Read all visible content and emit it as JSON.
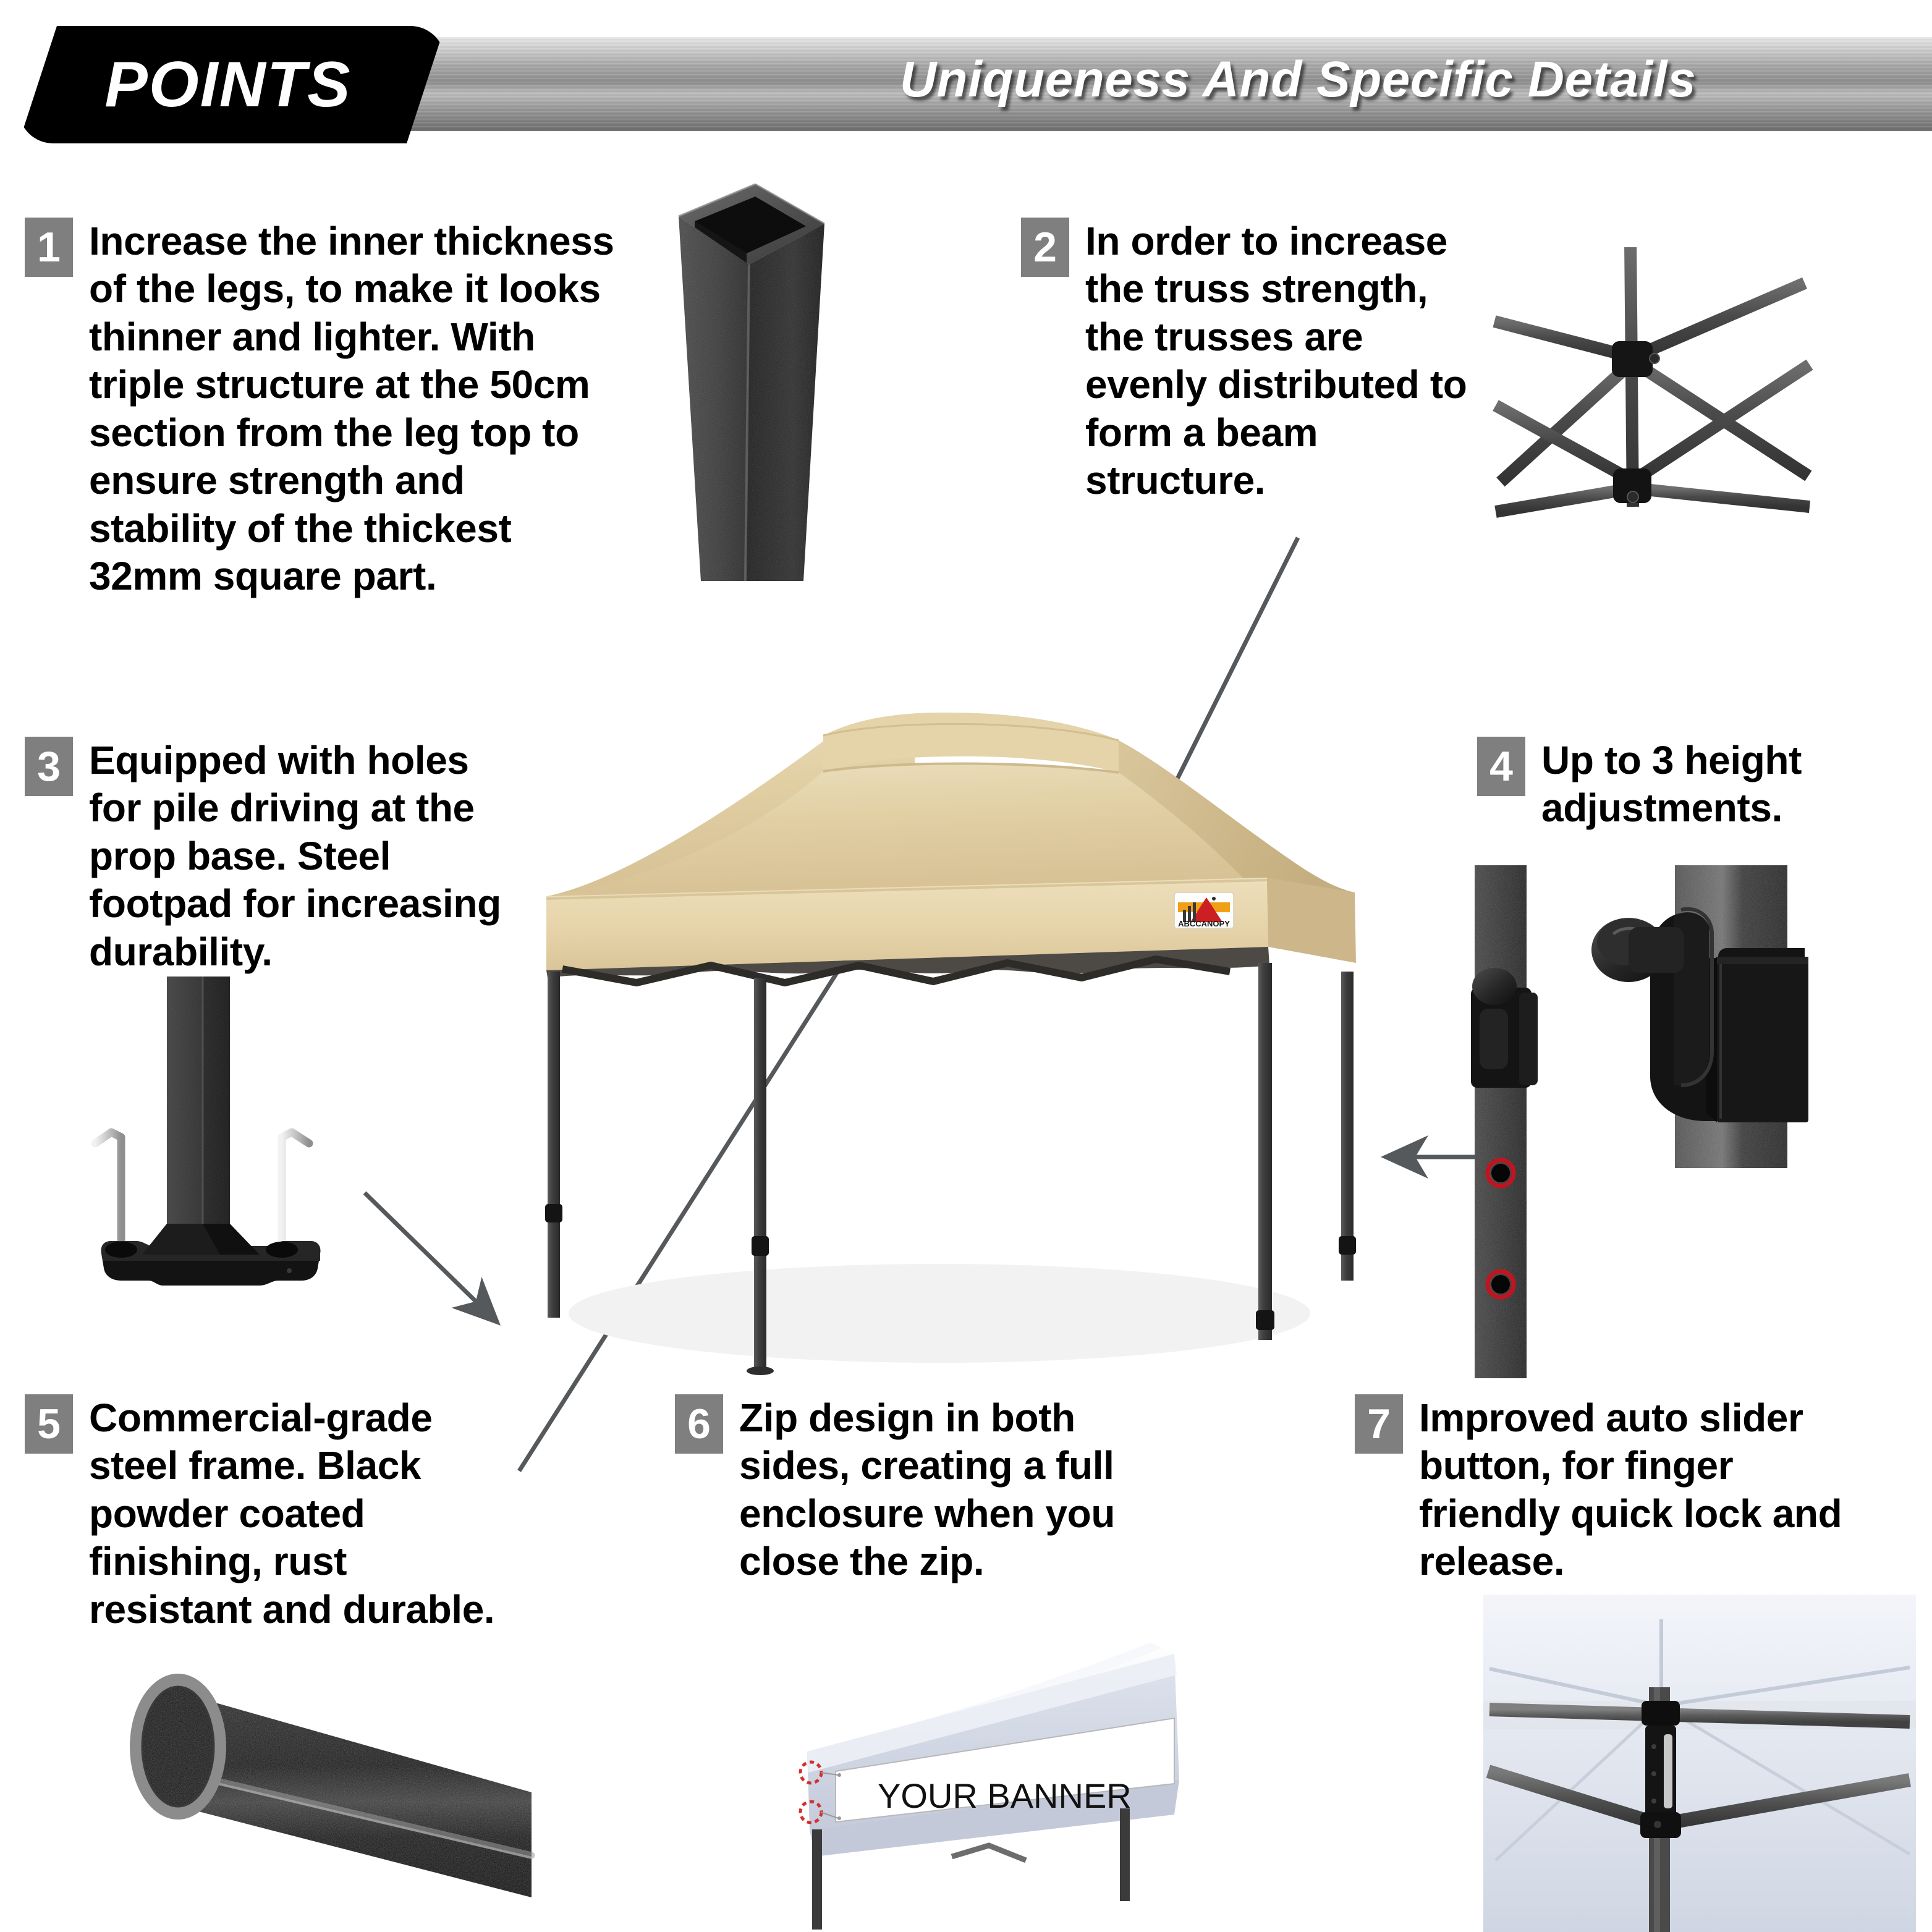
{
  "header": {
    "badge_label": "POINTS",
    "title": "Uniqueness And Specific Details"
  },
  "colors": {
    "badge_gray": "#7f7f7f",
    "canopy_tan": "#e2cfa4",
    "frame_black": "#2b2b2b",
    "accent_red": "#cc1f23",
    "accent_orange": "#f0a017",
    "header_black": "#000000"
  },
  "points": [
    {
      "number": "1",
      "text": "Increase the inner thickness of the legs, to make it looks thinner and lighter. With triple structure at the 50cm section from the leg top to ensure strength and stability of the thickest 32mm square part.",
      "illustration": "square-steel-leg-tube"
    },
    {
      "number": "2",
      "text": "In order to increase the truss strength, the trusses are evenly distributed to form a beam structure.",
      "illustration": "truss-x-brace-joint"
    },
    {
      "number": "3",
      "text": "Equipped with holes for pile driving at the prop base. Steel footpad for increasing durability.",
      "illustration": "steel-footpad-with-stakes"
    },
    {
      "number": "4",
      "text": "Up to 3 height adjustments.",
      "illustration": "height-adjustment-slider"
    },
    {
      "number": "5",
      "text": "Commercial-grade steel frame. Black powder coated finishing, rust resistant and durable.",
      "illustration": "oval-steel-tube"
    },
    {
      "number": "6",
      "text": "Zip design in both sides, creating a full enclosure when you close the zip.",
      "illustration": "canopy-with-banner"
    },
    {
      "number": "7",
      "text": "Improved auto slider button, for finger friendly quick lock and release.",
      "illustration": "inside-canopy-slider-button"
    }
  ],
  "main_image": {
    "product": "pop-up canopy tent",
    "canopy_color_name": "beige",
    "brand_logo_text": "ABCCANOPY"
  },
  "banner_image": {
    "banner_text": "YOUR BANNER"
  }
}
